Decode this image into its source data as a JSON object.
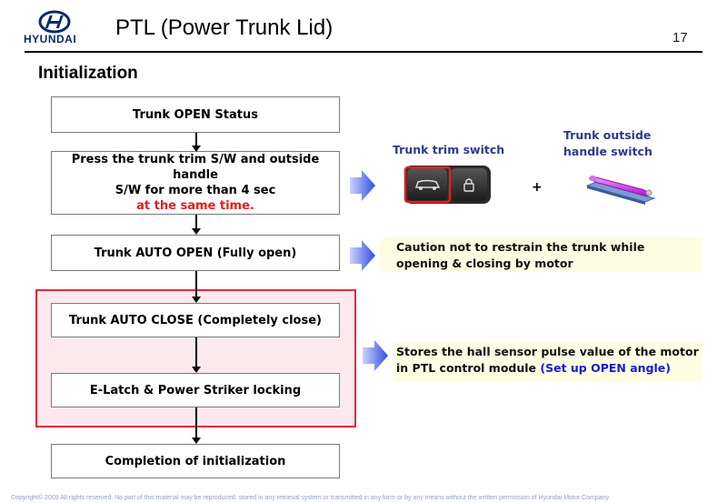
{
  "header": {
    "logo_text": "HYUNDAI",
    "title": "PTL (Power Trunk Lid)",
    "page_number": "17"
  },
  "section_title": "Initialization",
  "flow": {
    "step1": "Trunk OPEN Status",
    "step2_line1": "Press the trunk trim S/W and outside handle",
    "step2_line2": "S/W for more than 4 sec",
    "step2_highlight": "at the same time.",
    "step3": "Trunk AUTO OPEN (Fully open)",
    "step4": "Trunk AUTO CLOSE (Completely close)",
    "step5": "E-Latch & Power Striker locking",
    "step6": "Completion of initialization"
  },
  "switches": {
    "trim_label": "Trunk trim switch",
    "outside_label_line1": "Trunk outside",
    "outside_label_line2": "handle switch",
    "plus": "+"
  },
  "notes": {
    "caution_bullet": "",
    "caution_line1": "Caution not to restrain the trunk while",
    "caution_line2": "opening & closing by motor",
    "stores_line1": "Stores the hall sensor pulse value of the motor",
    "stores_line2_prefix": "in PTL control module ",
    "stores_line2_highlight": "(Set up OPEN angle)"
  },
  "footer": {
    "copyright": "Copyright© 2009 All rights reserved. No part of this material may be reproduced, stored in any retrieval system or transmitted in any form or by any means without the written permission of Hyundai Motor Company."
  },
  "colors": {
    "accent_red": "#e32a3e",
    "group_fill": "#fce9ee",
    "note_fill": "#fdfde3",
    "arrow_blue": "#3b5ee8",
    "highlight_blue": "#1a1ad0"
  }
}
